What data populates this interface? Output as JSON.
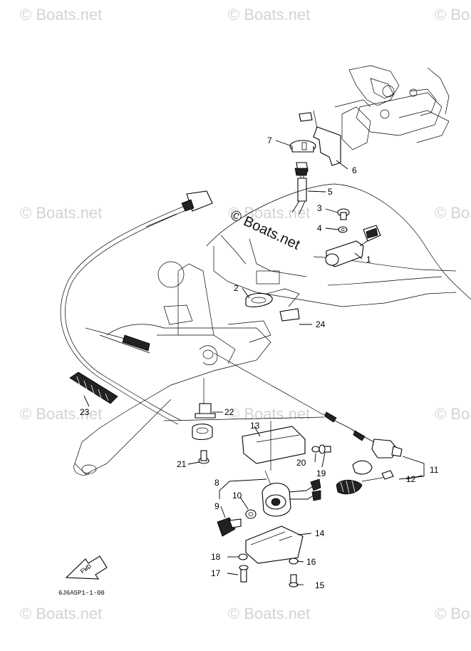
{
  "watermarks": [
    {
      "text": "© Boats.net"
    },
    {
      "text": "© Boats.net"
    },
    {
      "text": "© Boats.net"
    },
    {
      "text": "© Boats.net"
    },
    {
      "text": "© Boats.net"
    },
    {
      "text": "© Boats.net"
    },
    {
      "text": "© Boats.net"
    },
    {
      "text": "© Boats.net"
    },
    {
      "text": "© Boats.net"
    },
    {
      "text": "© Boats.net"
    },
    {
      "text": "© Boats.net"
    },
    {
      "text": "© Boats.net"
    }
  ],
  "main_watermark": "© Boats.net",
  "callouts": {
    "c1": "1",
    "c2": "2",
    "c3": "3",
    "c4": "4",
    "c5": "5",
    "c6": "6",
    "c7": "7",
    "c8": "8",
    "c9": "9",
    "c10": "10",
    "c11": "11",
    "c12": "12",
    "c13": "13",
    "c14": "14",
    "c15": "15",
    "c16": "16",
    "c17": "17",
    "c18": "18",
    "c19": "19",
    "c20": "20",
    "c21": "21",
    "c22": "22",
    "c23": "23",
    "c24": "24"
  },
  "fwd_label": "FWD",
  "drawing_code": "6J6A5P1-1-00"
}
